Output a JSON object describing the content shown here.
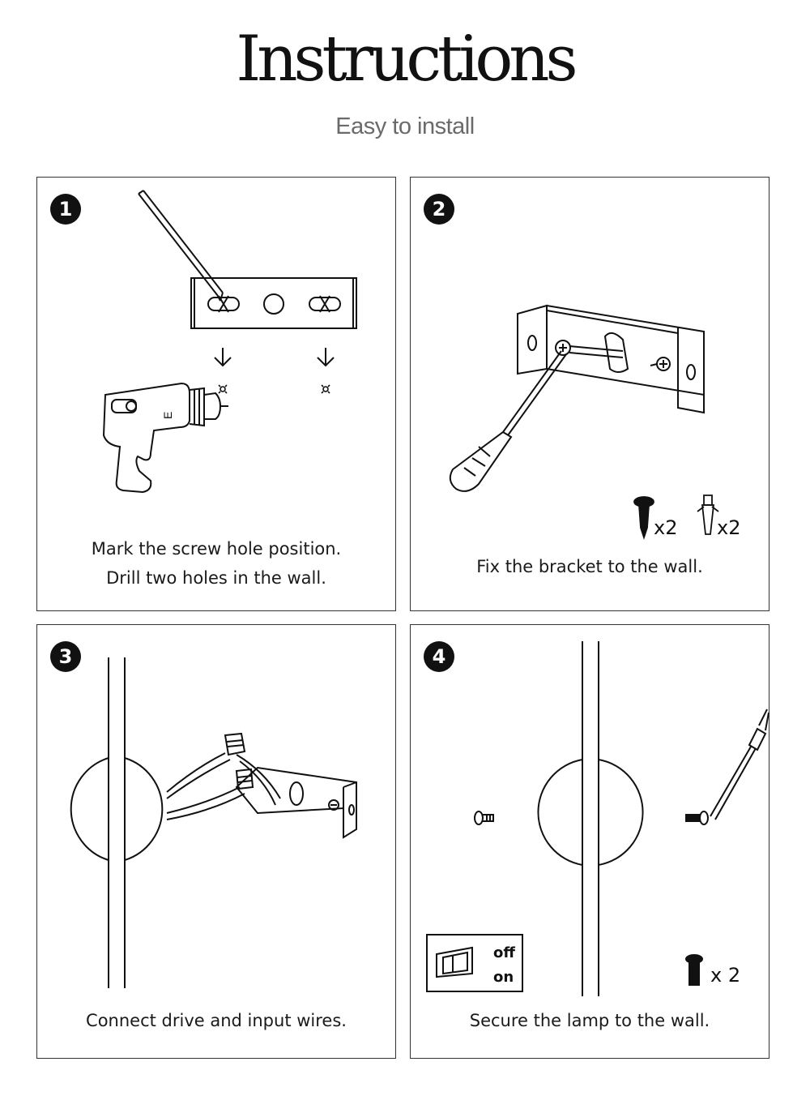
{
  "header": {
    "title": "Instructions",
    "subtitle": "Easy to install"
  },
  "steps": [
    {
      "number": "1",
      "caption_line1": "Mark the screw hole position.",
      "caption_line2": "Drill two holes in the wall."
    },
    {
      "number": "2",
      "caption_line1": "Fix the bracket to the wall.",
      "screw_qty": "x2",
      "anchor_qty": "x2"
    },
    {
      "number": "3",
      "caption_line1": "Connect drive and input wires."
    },
    {
      "number": "4",
      "caption_line1": "Secure the lamp to the wall.",
      "switch_off": "off",
      "switch_on": "on",
      "screw_qty": "x 2"
    }
  ]
}
